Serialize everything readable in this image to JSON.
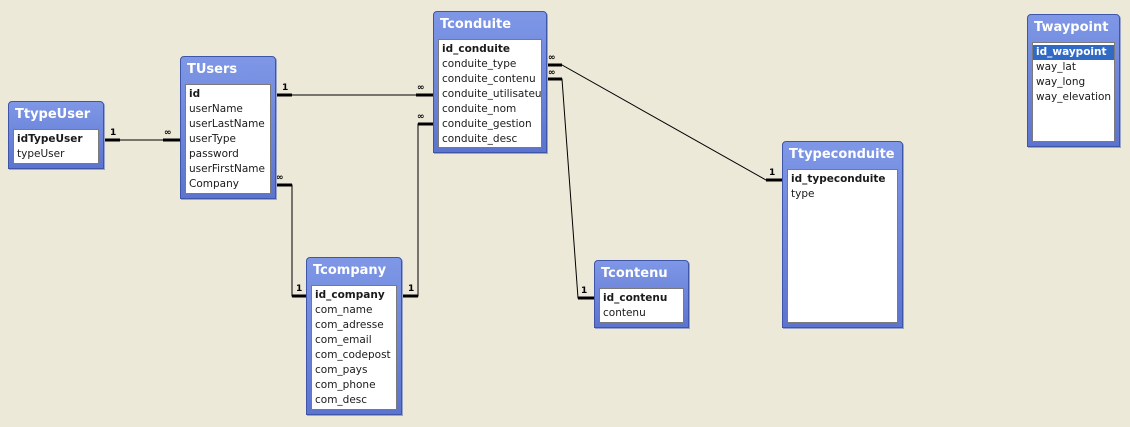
{
  "tables": [
    {
      "key": "ttypeuser",
      "title": "TtypeUser",
      "fields": [
        {
          "name": "idTypeUser",
          "pk": true
        },
        {
          "name": "typeUser"
        }
      ]
    },
    {
      "key": "tusers",
      "title": "TUsers",
      "fields": [
        {
          "name": "id",
          "pk": true
        },
        {
          "name": "userName"
        },
        {
          "name": "userLastName"
        },
        {
          "name": "userType"
        },
        {
          "name": "password"
        },
        {
          "name": "userFirstName"
        },
        {
          "name": "Company"
        }
      ]
    },
    {
      "key": "tconduite",
      "title": "Tconduite",
      "fields": [
        {
          "name": "id_conduite",
          "pk": true
        },
        {
          "name": "conduite_type"
        },
        {
          "name": "conduite_contenu"
        },
        {
          "name": "conduite_utilisateur"
        },
        {
          "name": "conduite_nom"
        },
        {
          "name": "conduite_gestion"
        },
        {
          "name": "conduite_desc"
        }
      ]
    },
    {
      "key": "tcompany",
      "title": "Tcompany",
      "fields": [
        {
          "name": "id_company",
          "pk": true
        },
        {
          "name": "com_name"
        },
        {
          "name": "com_adresse"
        },
        {
          "name": "com_email"
        },
        {
          "name": "com_codepost"
        },
        {
          "name": "com_pays"
        },
        {
          "name": "com_phone"
        },
        {
          "name": "com_desc"
        }
      ]
    },
    {
      "key": "tcontenu",
      "title": "Tcontenu",
      "fields": [
        {
          "name": "id_contenu",
          "pk": true
        },
        {
          "name": "contenu"
        }
      ]
    },
    {
      "key": "ttypeconduite",
      "title": "Ttypeconduite",
      "fields": [
        {
          "name": "id_typeconduite",
          "pk": true
        },
        {
          "name": "type"
        }
      ]
    },
    {
      "key": "twaypoint",
      "title": "Twaypoint",
      "fields": [
        {
          "name": "id_waypoint",
          "pk": true,
          "selected": true
        },
        {
          "name": "way_lat"
        },
        {
          "name": "way_long"
        },
        {
          "name": "way_elevation"
        }
      ]
    }
  ],
  "cardinality": {
    "one": "1",
    "many": "∞"
  },
  "relationships": [
    {
      "from": "ttypeuser",
      "from_card": "1",
      "to": "tusers",
      "to_card": "∞"
    },
    {
      "from": "tusers",
      "from_card": "1",
      "to": "tconduite",
      "to_card": "∞"
    },
    {
      "from": "tusers",
      "from_card": "∞",
      "to": "tcompany",
      "to_card": "1"
    },
    {
      "from": "tcompany",
      "from_card": "1",
      "to": "tconduite",
      "to_card": "∞"
    },
    {
      "from": "tconduite",
      "from_card": "∞",
      "to": "ttypeconduite",
      "to_card": "1"
    },
    {
      "from": "tconduite",
      "from_card": "∞",
      "to": "tcontenu",
      "to_card": "1"
    }
  ],
  "colors": {
    "background": "#ece9d8",
    "title_bar": "#6f86dc",
    "selection": "#316ac5"
  }
}
